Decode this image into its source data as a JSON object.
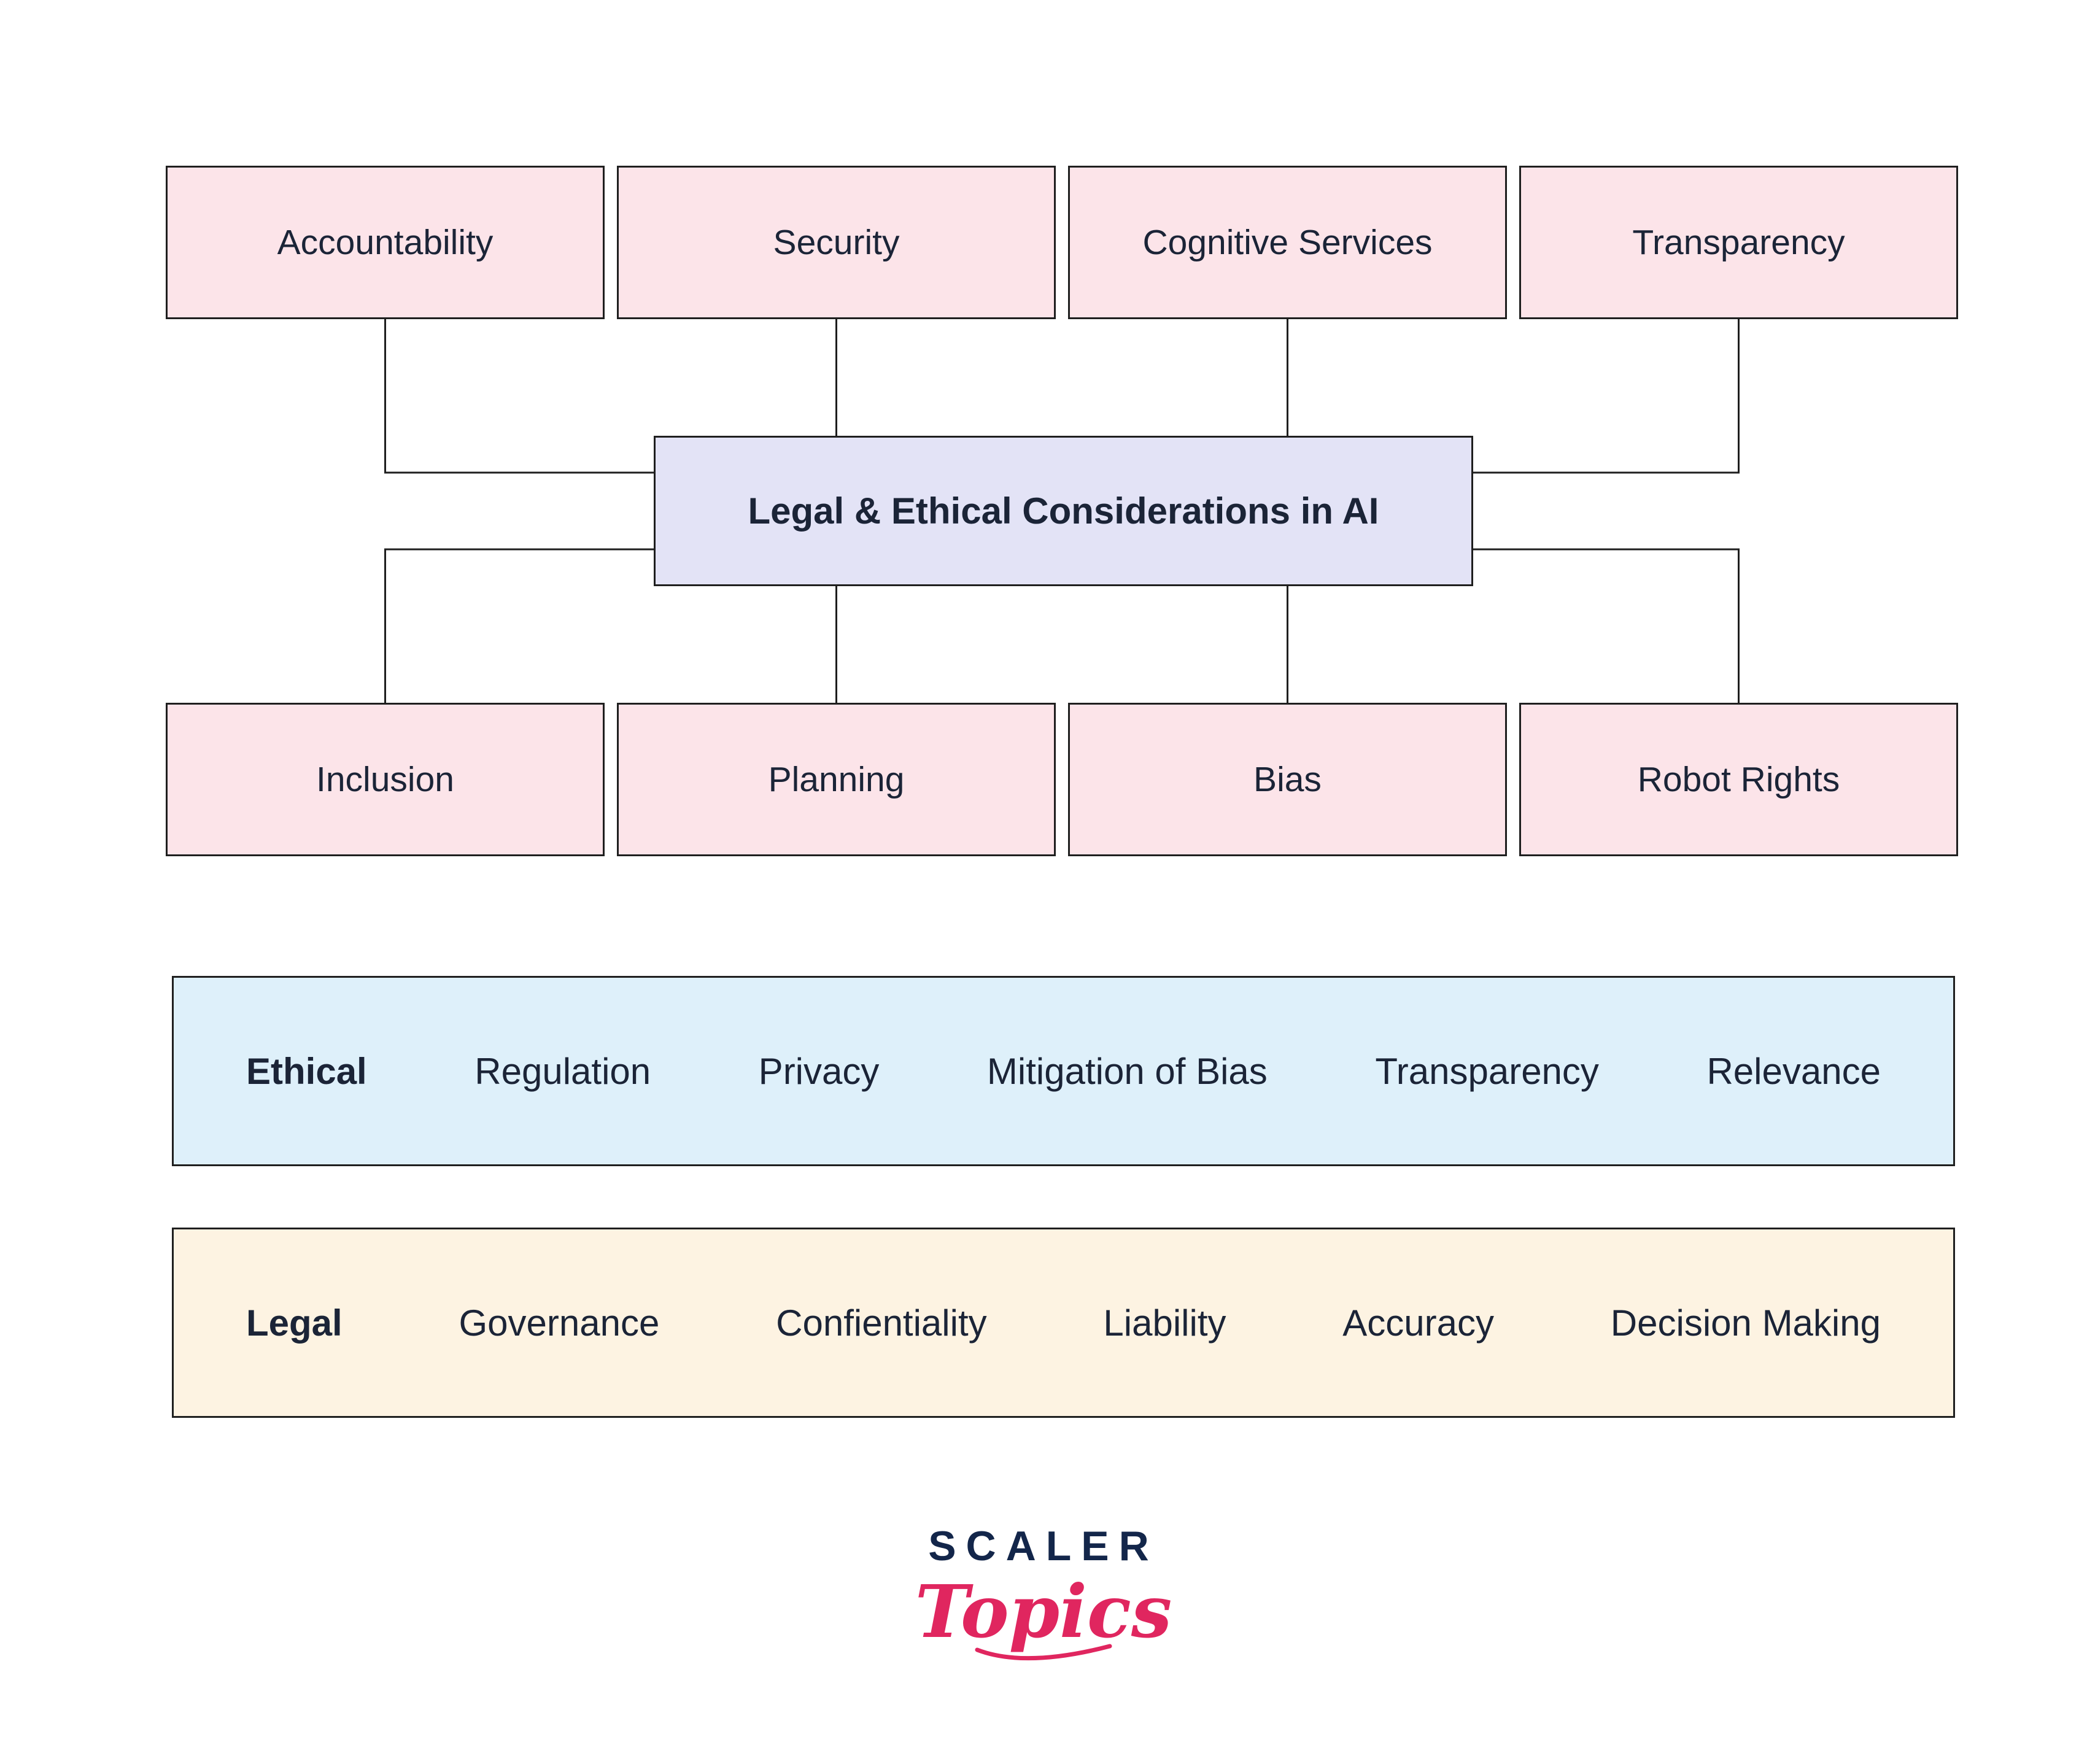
{
  "diagram": {
    "center": {
      "label": "Legal & Ethical Considerations in AI"
    },
    "top_nodes": [
      {
        "label": "Accountability"
      },
      {
        "label": "Security"
      },
      {
        "label": "Cognitive Services"
      },
      {
        "label": "Transparency"
      }
    ],
    "bottom_nodes": [
      {
        "label": "Inclusion"
      },
      {
        "label": "Planning"
      },
      {
        "label": "Bias"
      },
      {
        "label": "Robot Rights"
      }
    ],
    "ethical_row": {
      "title": "Ethical",
      "items": [
        "Regulation",
        "Privacy",
        "Mitigation of Bias",
        "Transparency",
        "Relevance"
      ]
    },
    "legal_row": {
      "title": "Legal",
      "items": [
        "Governance",
        "Confientiality",
        "Liability",
        "Accuracy",
        "Decision Making"
      ]
    },
    "colors": {
      "node_pink": "#fce4e9",
      "center_lavender": "#e3e3f6",
      "ethical_blue": "#def0fa",
      "legal_cream": "#fdf3e2",
      "border": "#1f1f1f",
      "text": "#1b2437",
      "logo_navy": "#13264a",
      "logo_pink": "#e0265f"
    },
    "logo": {
      "scaler": "SCALER",
      "topics": "Topics"
    }
  }
}
